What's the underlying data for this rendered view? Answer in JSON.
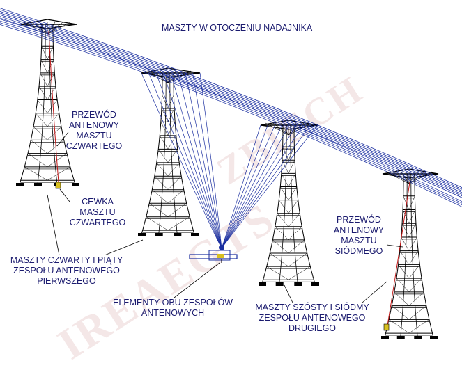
{
  "title": "MASZTY W OTOCZENIU NADAJNIKA",
  "watermark": {
    "part1": "IREAEGTS",
    "part2": "ZBIECH"
  },
  "annotations": {
    "feeder4": [
      "PRZEWÓD",
      "ANTENOWY",
      "MASZTU",
      "CZWARTEGO"
    ],
    "coil4": [
      "CEWKA",
      "MASZTU",
      "CZWARTEGO"
    ],
    "group1": [
      "MASZTY CZWARTY I PIĄTY",
      "ZESPOŁU ANTENOWEGO",
      "PIERWSZEGO"
    ],
    "elements": [
      "ELEMENTY OBU ZESPOŁÓW",
      "ANTENOWYCH"
    ],
    "group2": [
      "MASZTY SZÓSTY I SIÓDMY",
      "ZESPOŁU ANTENOWEGO",
      "DRUGIEGO"
    ],
    "feeder7": [
      "PRZEWÓD",
      "ANTENOWY",
      "MASZTU",
      "SIÓDMEGO"
    ]
  },
  "colors": {
    "tower": "#000000",
    "wire": "#1b2fa0",
    "feeder": "#c01818",
    "text": "#1a1a6e",
    "coil": "#d8c020"
  }
}
